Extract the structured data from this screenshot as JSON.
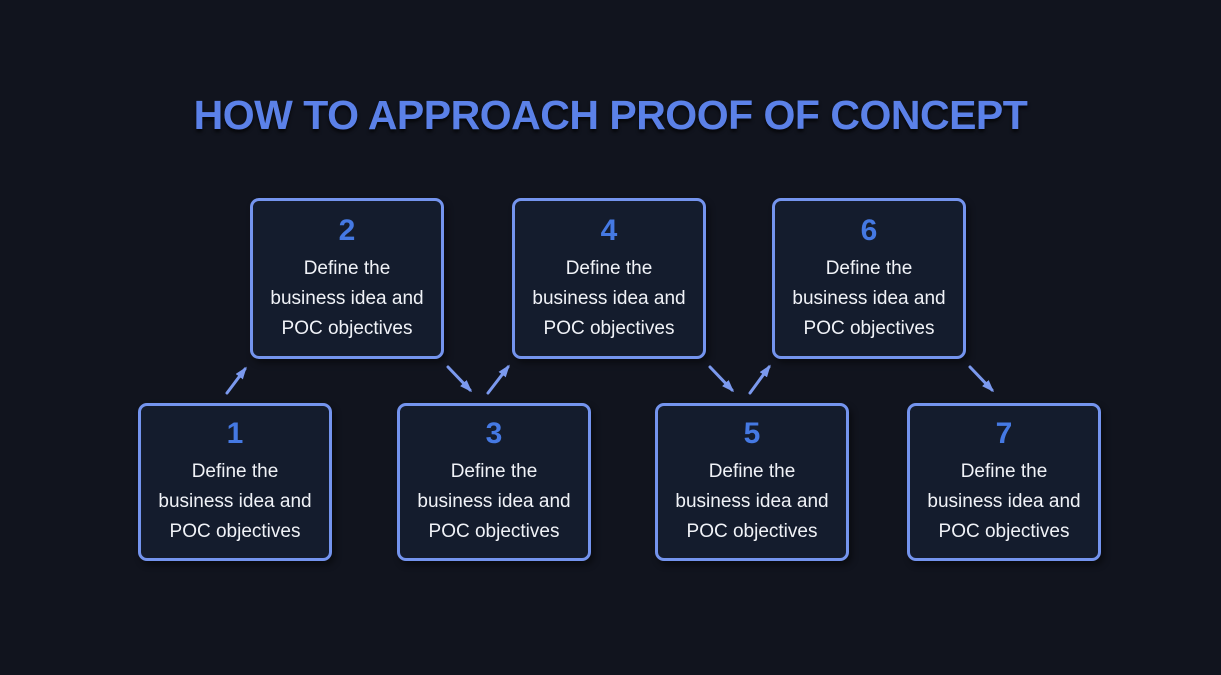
{
  "title": "HOW TO APPROACH PROOF OF CONCEPT",
  "steps": [
    {
      "number": "1",
      "lines": [
        "Define the",
        "business idea and",
        "POC objectives"
      ]
    },
    {
      "number": "2",
      "lines": [
        "Define the",
        "business idea and",
        "POC objectives"
      ]
    },
    {
      "number": "3",
      "lines": [
        "Define the",
        "business idea and",
        "POC objectives"
      ]
    },
    {
      "number": "4",
      "lines": [
        "Define the",
        "business idea and",
        "POC objectives"
      ]
    },
    {
      "number": "5",
      "lines": [
        "Define the",
        "business idea and",
        "POC objectives"
      ]
    },
    {
      "number": "6",
      "lines": [
        "Define the",
        "business idea and",
        "POC objectives"
      ]
    },
    {
      "number": "7",
      "lines": [
        "Define the",
        "business idea and",
        "POC objectives"
      ]
    }
  ],
  "flow": [
    "1→2",
    "2→3",
    "3→4",
    "4→5",
    "5→6",
    "6→7"
  ],
  "colors": {
    "background": "#11141e",
    "box_fill": "#141c2d",
    "box_border": "#7494ee",
    "step_number_blue": "#4579e3",
    "title_blue": "#5b81e8",
    "body_text": "#f0f2f7",
    "arrow_blue": "#7b99ee"
  }
}
